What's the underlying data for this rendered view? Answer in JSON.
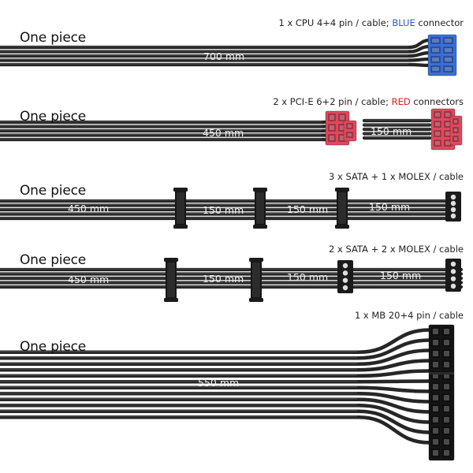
{
  "cables": [
    {
      "label": "One piece",
      "caption": {
        "prefix": "1 x CPU 4+4 pin / cable; ",
        "highlight": "BLUE",
        "suffix": " connector",
        "highlight_color": "#1f5fd0"
      },
      "lengths": [
        "700 mm"
      ],
      "connector_color": "#3a6fd8"
    },
    {
      "label": "One piece",
      "caption": {
        "prefix": "2 x PCI-E 6+2 pin / cable; ",
        "highlight": "RED",
        "suffix": " connectors",
        "highlight_color": "#d02020"
      },
      "lengths": [
        "450 mm",
        "150 mm"
      ],
      "connector_color": "#e0485e"
    },
    {
      "label": "One piece",
      "caption": {
        "prefix": "3 x  SATA + 1 x MOLEX / cable",
        "highlight": "",
        "suffix": ""
      },
      "lengths": [
        "450 mm",
        "150 mm",
        "150 mm",
        "150 mm"
      ]
    },
    {
      "label": "One piece",
      "caption": {
        "prefix": "2 x  SATA + 2 x MOLEX / cable",
        "highlight": "",
        "suffix": ""
      },
      "lengths": [
        "450 mm",
        "150 mm",
        "150 mm",
        "150 mm"
      ]
    },
    {
      "label": "One piece",
      "caption": {
        "prefix": "1 x MB 20+4 pin / cable",
        "highlight": "",
        "suffix": ""
      },
      "lengths": [
        "550 mm"
      ]
    }
  ]
}
